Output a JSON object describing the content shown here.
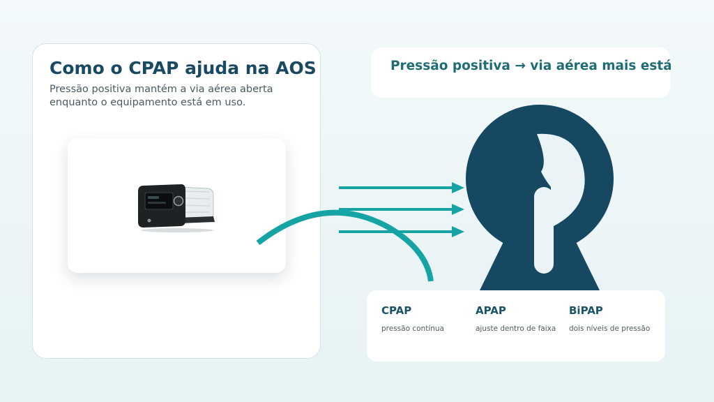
{
  "card": {
    "title": "Como o CPAP ajuda na AOS",
    "subtitle": "Pressão positiva mantém a via aérea aberta enquanto o equipamento está em uso."
  },
  "banner": {
    "text": "Pressão positiva → via aérea mais estável"
  },
  "modes": [
    {
      "name": "CPAP",
      "description": "pressão contínua"
    },
    {
      "name": "APAP",
      "description": "ajuste dentro de faixa"
    },
    {
      "name": "BiPAP",
      "description": "dois níveis de pressão"
    }
  ],
  "colors": {
    "title": "#1a4a62",
    "accent_teal": "#16a3a3",
    "keyhole_navy": "#174862",
    "banner_text": "#1f6c74"
  },
  "icons": {
    "device": "cpap-machine-image",
    "airway": "keyhole-airway-icon",
    "flow": "pressure-arrows-icon"
  }
}
